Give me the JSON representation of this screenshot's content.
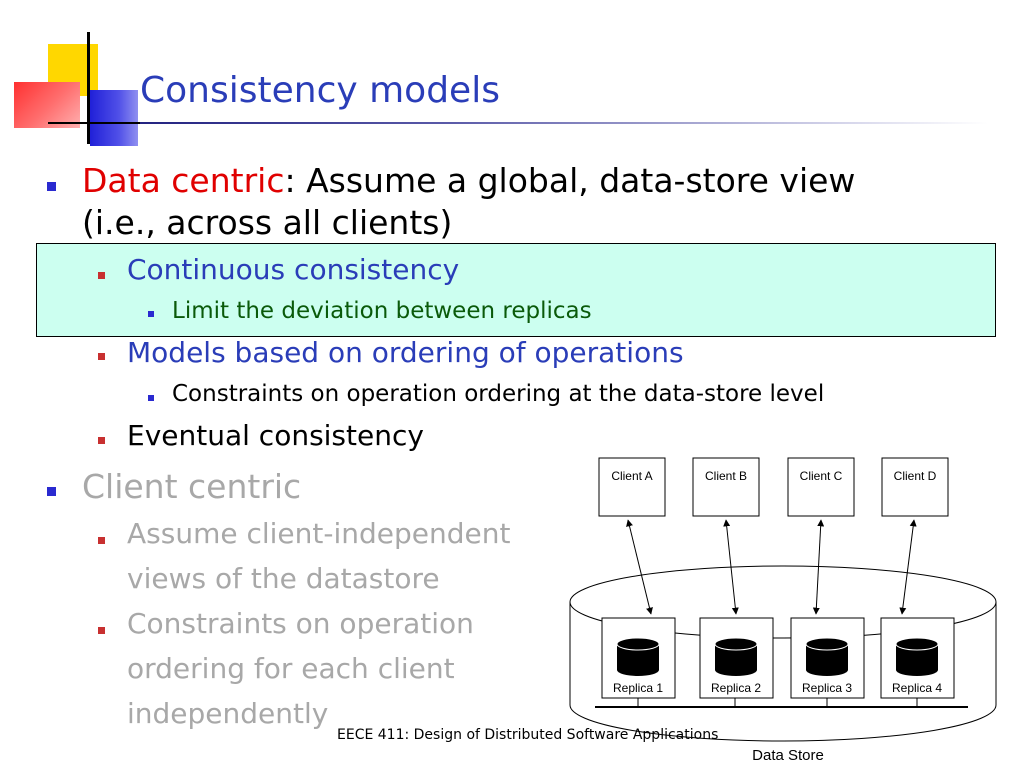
{
  "slide": {
    "title": "Consistency models",
    "bullets": {
      "data_centric_label": "Data centric",
      "data_centric_rest_line1": ": Assume a global, data-store view",
      "data_centric_rest_line2": "(i.e., across all clients)",
      "continuous": "Continuous consistency",
      "continuous_sub": "Limit the deviation between replicas",
      "ordering": "Models based on ordering of operations",
      "ordering_sub": "Constraints on operation ordering at the data-store level",
      "eventual": "Eventual consistency",
      "client_centric": "Client centric",
      "client_sub1_line1": "Assume client-independent",
      "client_sub1_line2": "views of the datastore",
      "client_sub2_line1": "Constraints on operation",
      "client_sub2_line2": "ordering for each client",
      "client_sub2_line3": "independently"
    },
    "footer": "EECE 411: Design of Distributed Software Applications"
  },
  "diagram": {
    "clients": [
      "Client A",
      "Client B",
      "Client C",
      "Client D"
    ],
    "replicas": [
      "Replica 1",
      "Replica 2",
      "Replica 3",
      "Replica 4"
    ],
    "store_label": "Data Store"
  },
  "colors": {
    "title": "#2a3db8",
    "data_centric": "#e00000",
    "level2_blue": "#2a3db8",
    "level3_green": "#0a5a0a",
    "disabled_gray": "#a8a8a8",
    "highlight": "#ccfff0"
  }
}
